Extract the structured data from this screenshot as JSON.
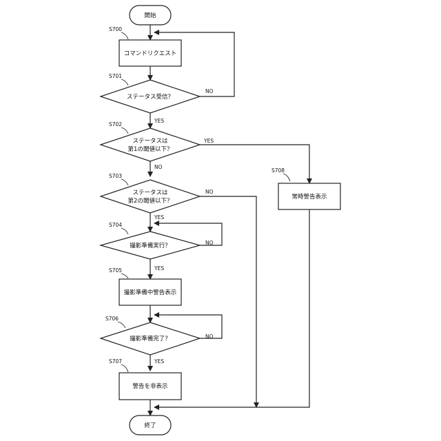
{
  "terminals": {
    "start": "開始",
    "end": "終了"
  },
  "steps": {
    "s700": {
      "id": "S700",
      "text": "コマンドリクエスト"
    },
    "s701": {
      "id": "S701",
      "text": "ステータス受信？"
    },
    "s702": {
      "id": "S702",
      "line1": "ステータスは",
      "line2": "第1の閾値以下？"
    },
    "s703": {
      "id": "S703",
      "line1": "ステータスは",
      "line2": "第2の閾値以下？"
    },
    "s704": {
      "id": "S704",
      "text": "撮影準備実行？"
    },
    "s705": {
      "id": "S705",
      "text": "撮影準備中警告表示"
    },
    "s706": {
      "id": "S706",
      "text": "撮影準備完了？"
    },
    "s707": {
      "id": "S707",
      "text": "警告を非表示"
    },
    "s708": {
      "id": "S708",
      "text": "常時警告表示"
    }
  },
  "branches": {
    "yes": "YES",
    "no": "NO"
  }
}
